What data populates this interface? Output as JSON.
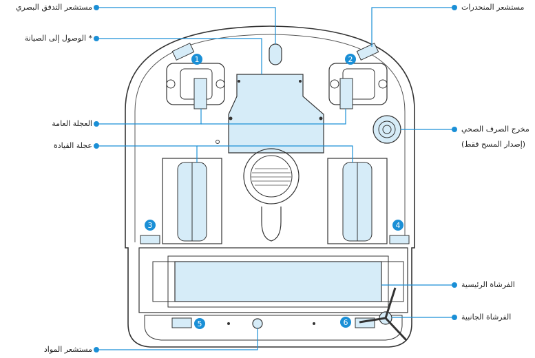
{
  "labels": {
    "optical_flow_sensor": "مستشعر التدفق البصري",
    "maintenance_access": "* الوصول إلى الصيانة",
    "universal_wheel": "العجلة العامة",
    "drive_wheel": "عجلة القيادة",
    "material_sensor": "مستشعر المواد",
    "cliff_sensor": "مستشعر المنحدرات",
    "drain_outlet_line1": "مخرج الصرف الصحي",
    "drain_outlet_line2": "(إصدار المسح فقط)",
    "main_brush": "الفرشاة الرئيسية",
    "side_brush": "الفرشاة الجانبية"
  },
  "markers": [
    "1",
    "2",
    "3",
    "4",
    "5",
    "6"
  ],
  "colors": {
    "accent": "#1a8fd6",
    "highlight_fill": "#d6ecf8",
    "outline": "#333333"
  }
}
